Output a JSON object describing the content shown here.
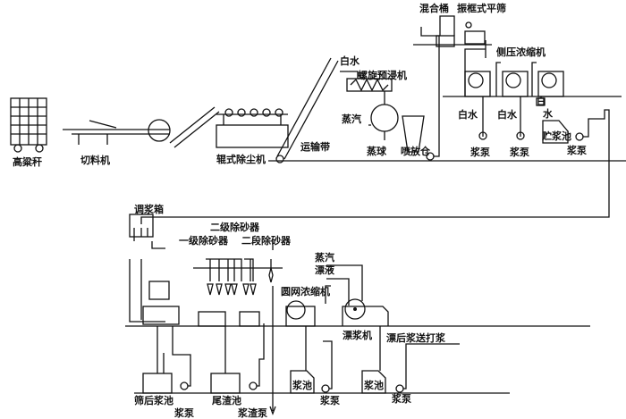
{
  "labels": {
    "sorghum_stalk": "高粱秆",
    "cutter": "切料机",
    "roller_duster": "辊式除尘机",
    "conveyor": "运输带",
    "white_water_1": "白水",
    "screw_presteamer": "螺旋预浸机",
    "steam_1": "蒸汽",
    "spherical_digester": "蒸球",
    "blow_tank": "喷放仓",
    "mixing_tank": "混合桶",
    "vibrating_screen": "振框式平筛",
    "side_press_thickener": "侧压浓缩机",
    "white_water_2": "白水",
    "white_water_3": "白水",
    "white_water_4a": "白",
    "white_water_4b": "水",
    "storage_chest": "贮浆池",
    "pump_1": "浆泵",
    "pump_2": "浆泵",
    "pump_3": "浆泵",
    "stock_box": "调浆箱",
    "secondary_desander": "二级除砂器",
    "primary_desander": "一级除砂器",
    "second_stage_desander": "二段除砂器",
    "steam_2": "蒸汽",
    "bleach_liquor": "漂液",
    "cylinder_thickener": "圆网浓缩机",
    "bleacher": "漂浆机",
    "to_beating": "漂后浆送打浆",
    "screened_chest": "筛后浆池",
    "pump_4": "浆泵",
    "tailings_chest": "尾渣池",
    "reject_pump": "浆渣泵",
    "chest_1": "浆池",
    "pump_5": "浆泵",
    "chest_2": "浆池",
    "pump_6": "浆泵"
  }
}
